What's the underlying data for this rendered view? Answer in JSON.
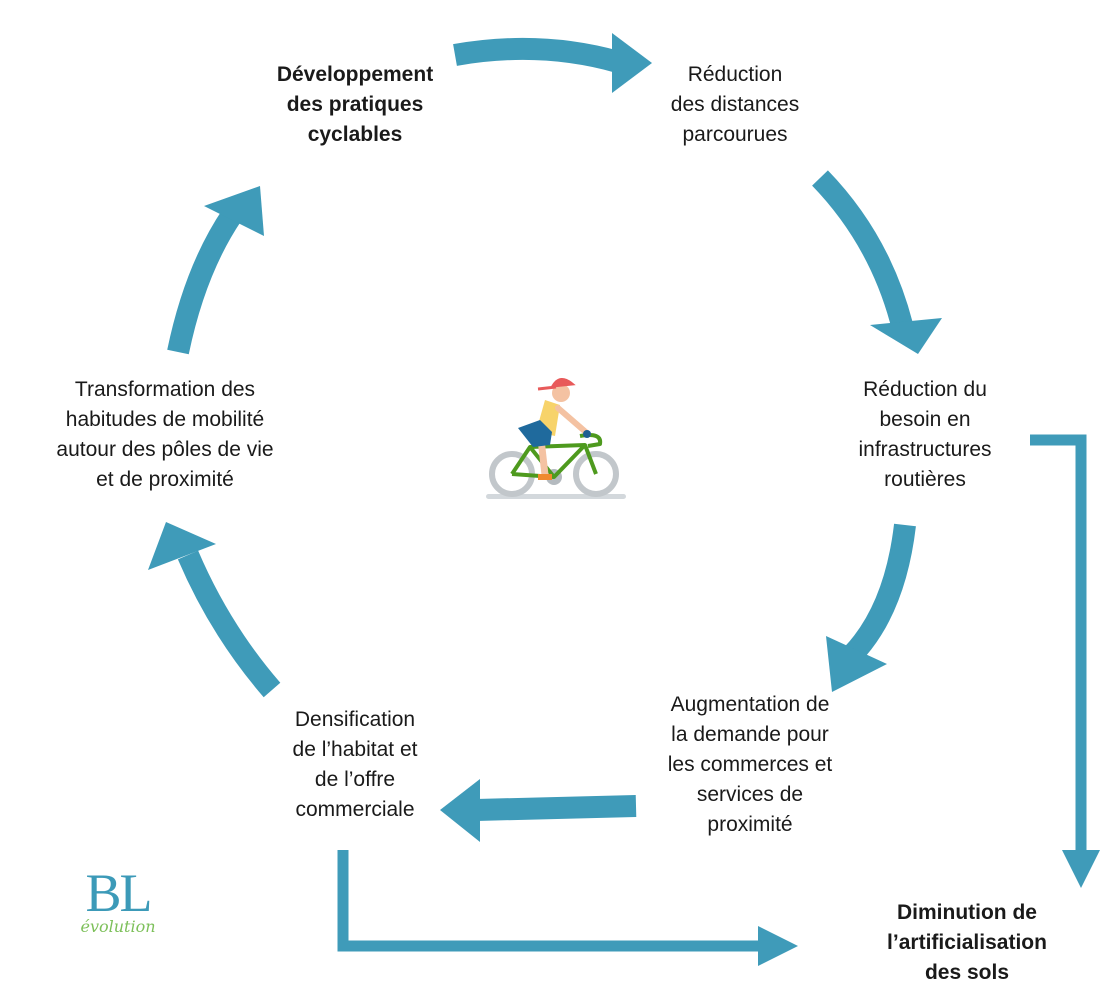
{
  "colors": {
    "arrow": "#3f9bb9",
    "text": "#1a1a1a",
    "logo_blue": "#3c9ab8",
    "logo_green": "#7dc05a"
  },
  "nodes": {
    "cycling": "Développement\ndes pratiques\ncyclables",
    "distances": "Réduction\ndes distances\nparcourues",
    "infrastructure": "Réduction du\nbesoin en\ninfrastructures\nroutières",
    "demand": "Augmentation de\nla demande pour\nles commerces et\nservices de\nproximité",
    "densification": "Densification\nde l’habitat et\nde l’offre\ncommerciale",
    "habits": "Transformation des\nhabitudes de mobilité\nautour des pôles de vie\net de proximité",
    "outcome": "Diminution de\nl’artificialisation\ndes sols"
  },
  "logo": {
    "main": "BL",
    "sub": "évolution"
  },
  "icons": {
    "center": "cyclist-icon"
  }
}
